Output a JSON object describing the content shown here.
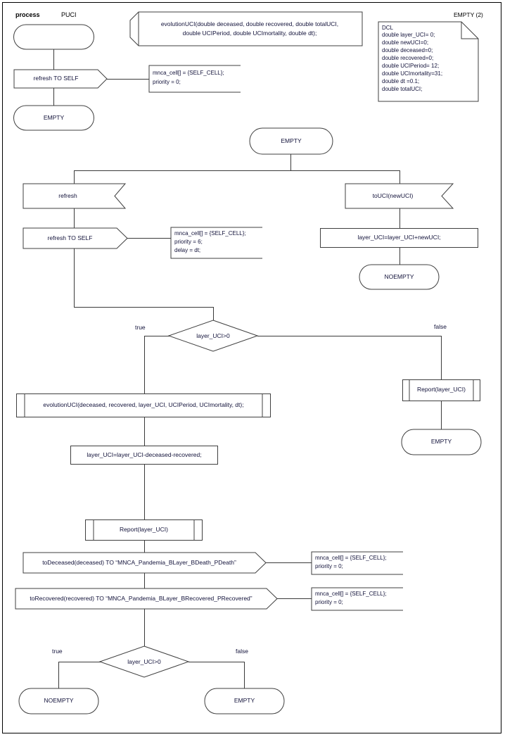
{
  "diagram": {
    "type": "SDL process diagram",
    "header": {
      "keyword": "process",
      "name": "PUCI",
      "right_label": "EMPTY (2)"
    },
    "procedure_declaration": {
      "line1": "evolutionUCI(double deceased, double recovered, double totalUCI,",
      "line2": "double UCIPeriod, double UCImortality, double dt);"
    },
    "dcl": {
      "title": "DCL",
      "lines": [
        "double layer_UCI= 0;",
        "double newUCI=0;",
        "double deceased=0;",
        "double recovered=0;",
        "double UCIPeriod= 12;",
        "double UCImortality=31;",
        "double dt =0.1;",
        "double totalUCI;"
      ]
    },
    "start": {
      "state_start": "",
      "output_refresh": "refresh TO SELF",
      "comment_line1": "mnca_cell[] = {SELF_CELL};",
      "comment_line2": "priority = 0;",
      "state_empty": "EMPTY"
    },
    "main_state": "EMPTY",
    "left_branch": {
      "input": "refresh",
      "output": "refresh TO SELF",
      "comment_line1": "mnca_cell[] = {SELF_CELL};",
      "comment_line2": "priority = 6;",
      "comment_line3": "delay = dt;"
    },
    "right_branch": {
      "input": "toUCI(newUCI)",
      "task": "layer_UCI=layer_UCI+newUCI;",
      "state": "NOEMPTY"
    },
    "decision1": {
      "condition": "layer_UCI>0",
      "true_label": "true",
      "false_label": "false"
    },
    "decision1_false": {
      "procedure_call": "Report(layer_UCI)",
      "state": "EMPTY"
    },
    "decision1_true": {
      "procedure_call": "evolutionUCI(deceased, recovered, layer_UCI, UCIPeriod, UCImortality, dt);",
      "task": "layer_UCI=layer_UCI-deceased-recovered;",
      "report_call": "Report(layer_UCI)",
      "output_deceased": "toDeceased(deceased) TO “MNCA_Pandemia_BLayer_BDeath_PDeath”",
      "output_deceased_comment_line1": "mnca_cell[] = {SELF_CELL};",
      "output_deceased_comment_line2": "priority = 0;",
      "output_recovered": "toRecovered(recovered) TO “MNCA_Pandemia_BLayer_BRecovered_PRecovered”",
      "output_recovered_comment_line1": "mnca_cell[] = {SELF_CELL};",
      "output_recovered_comment_line2": "priority = 0;"
    },
    "decision2": {
      "condition": "layer_UCI>0",
      "true_label": "true",
      "false_label": "false",
      "true_state": "NOEMPTY",
      "false_state": "EMPTY"
    },
    "colors": {
      "stroke": "#3f3f3f",
      "text": "#12123a",
      "background": "#ffffff"
    }
  }
}
